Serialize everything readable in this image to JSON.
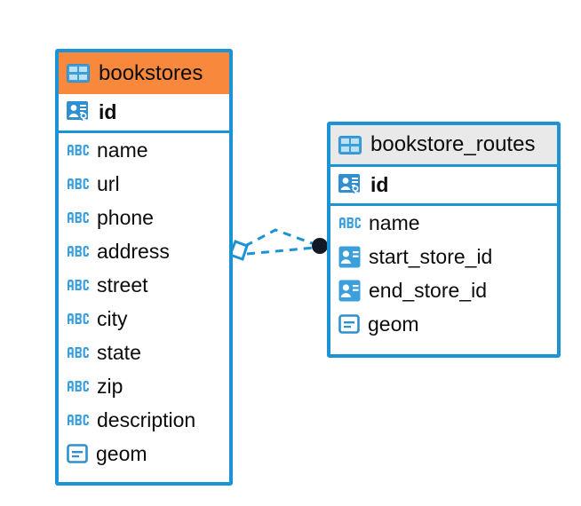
{
  "diagram": {
    "kind": "entity-relationship-diagram",
    "colors": {
      "border": "#1c93d4",
      "selected_header": "#f7883c",
      "plain_header": "#e9e9e9",
      "icon_blue": "#3a9fda",
      "connector": "#1c93d4",
      "connector_endpoint": "#111827",
      "text": "#0c0c0c",
      "canvas": "#ffffff"
    },
    "entities": [
      {
        "name": "bookstores",
        "selected": true,
        "table_icon": "table-icon",
        "fields": [
          {
            "name": "id",
            "icon": "primary-key-icon",
            "kind": "pk"
          },
          {
            "name": "name",
            "icon": "abc-text-icon",
            "kind": "text"
          },
          {
            "name": "url",
            "icon": "abc-text-icon",
            "kind": "text"
          },
          {
            "name": "phone",
            "icon": "abc-text-icon",
            "kind": "text"
          },
          {
            "name": "address",
            "icon": "abc-text-icon",
            "kind": "text"
          },
          {
            "name": "street",
            "icon": "abc-text-icon",
            "kind": "text"
          },
          {
            "name": "city",
            "icon": "abc-text-icon",
            "kind": "text"
          },
          {
            "name": "state",
            "icon": "abc-text-icon",
            "kind": "text"
          },
          {
            "name": "zip",
            "icon": "abc-text-icon",
            "kind": "text"
          },
          {
            "name": "description",
            "icon": "abc-text-icon",
            "kind": "text"
          },
          {
            "name": "geom",
            "icon": "geometry-icon",
            "kind": "geom"
          }
        ]
      },
      {
        "name": "bookstore_routes",
        "selected": false,
        "table_icon": "table-icon",
        "fields": [
          {
            "name": "id",
            "icon": "primary-key-icon",
            "kind": "pk"
          },
          {
            "name": "name",
            "icon": "abc-text-icon",
            "kind": "text"
          },
          {
            "name": "start_store_id",
            "icon": "foreign-key-icon",
            "kind": "fk"
          },
          {
            "name": "end_store_id",
            "icon": "foreign-key-icon",
            "kind": "fk"
          },
          {
            "name": "geom",
            "icon": "geometry-icon",
            "kind": "geom"
          }
        ]
      }
    ],
    "relationship": {
      "style": "dashed",
      "source_marker": "diamond-marker",
      "target_marker": "filled-circle-marker",
      "lines": 2
    }
  }
}
